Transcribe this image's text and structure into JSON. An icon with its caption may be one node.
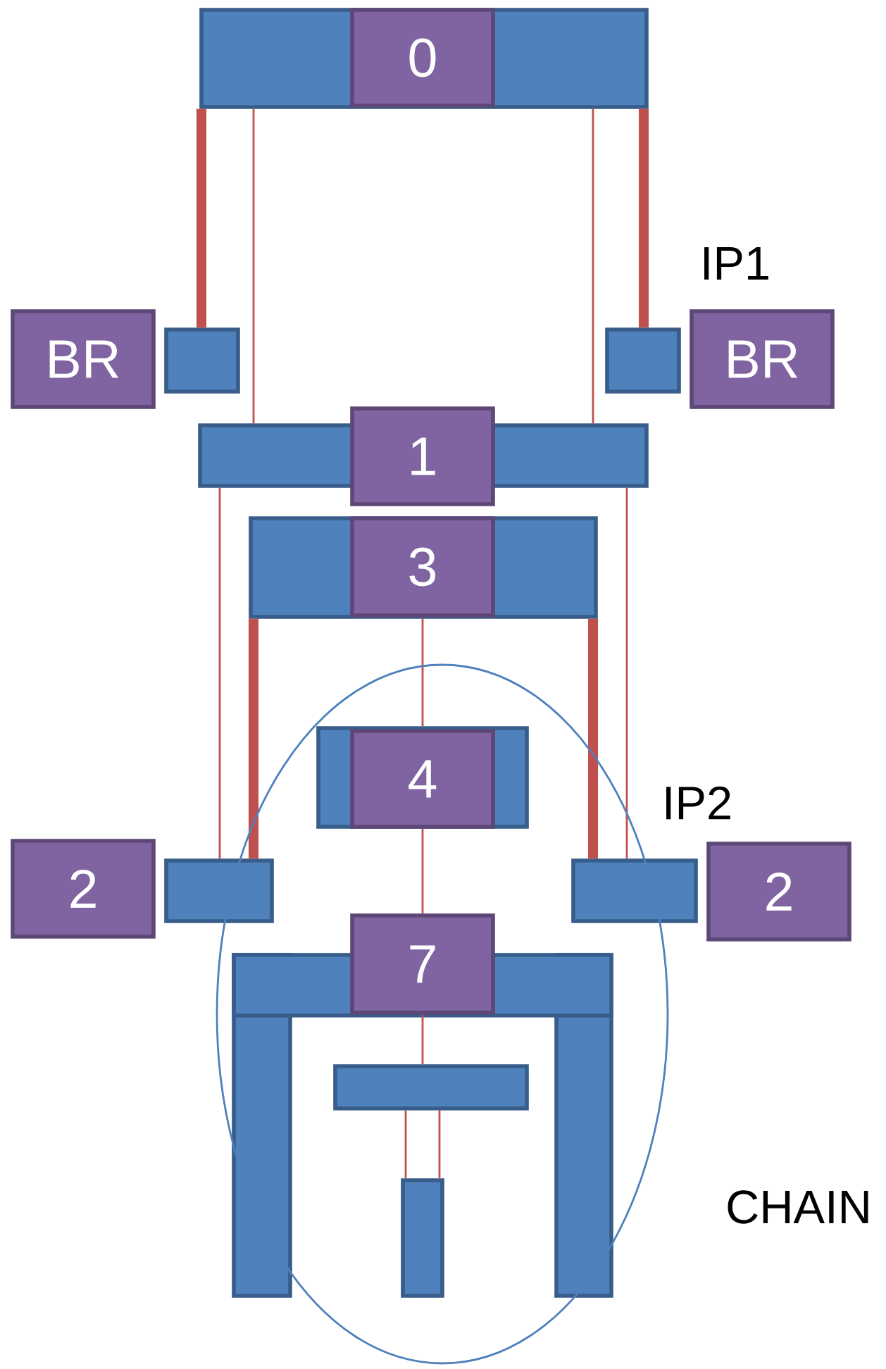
{
  "diagram": {
    "nodes": [
      {
        "text": [],
        "shape": "bar"
      },
      {
        "text": [
          "0"
        ],
        "in": 0
      },
      {
        "text": [
          "BR"
        ]
      },
      {
        "text": [],
        "shape": "box"
      },
      {
        "text": [],
        "shape": "box"
      },
      {
        "text": [
          "BR"
        ]
      },
      {
        "text": [],
        "shape": "bar"
      },
      {
        "text": [
          "1"
        ]
      },
      {
        "text": [],
        "shape": "bar"
      },
      {
        "text": [
          "3"
        ],
        "in": 8
      },
      {
        "text": [],
        "shape": "bar"
      },
      {
        "text": [
          "4"
        ],
        "in": 10
      },
      {
        "text": [
          "2"
        ]
      },
      {
        "text": [],
        "shape": "box"
      },
      {
        "text": [],
        "shape": "box"
      },
      {
        "text": [
          "2"
        ]
      },
      {
        "text": [],
        "shape": "frame"
      },
      {
        "text": [
          "7"
        ]
      },
      {
        "text": [],
        "shape": "bar"
      },
      {
        "text": [],
        "shape": "bar"
      }
    ],
    "edges": [
      {
        "from": 0,
        "to": 3,
        "arrow": "none",
        "style": "thick"
      },
      {
        "from": 0,
        "to": 4,
        "arrow": "none",
        "style": "thick"
      },
      {
        "from": 0,
        "to": 6,
        "arrow": "none"
      },
      {
        "from": 0,
        "to": 6,
        "arrow": "none"
      },
      {
        "from": 6,
        "to": 13,
        "arrow": "none"
      },
      {
        "from": 6,
        "to": 14,
        "arrow": "none"
      },
      {
        "from": 8,
        "to": 13,
        "arrow": "none",
        "style": "thick"
      },
      {
        "from": 8,
        "to": 14,
        "arrow": "none",
        "style": "thick"
      },
      {
        "from": 8,
        "to": 10,
        "arrow": "none"
      },
      {
        "from": 10,
        "to": 17,
        "arrow": "none"
      },
      {
        "from": 17,
        "to": 18,
        "arrow": "none"
      },
      {
        "from": 18,
        "to": 19,
        "arrow": "none"
      },
      {
        "from": 18,
        "to": 19,
        "arrow": "none"
      }
    ],
    "labels": [
      "IP1",
      "IP2",
      "CHAIN"
    ]
  }
}
